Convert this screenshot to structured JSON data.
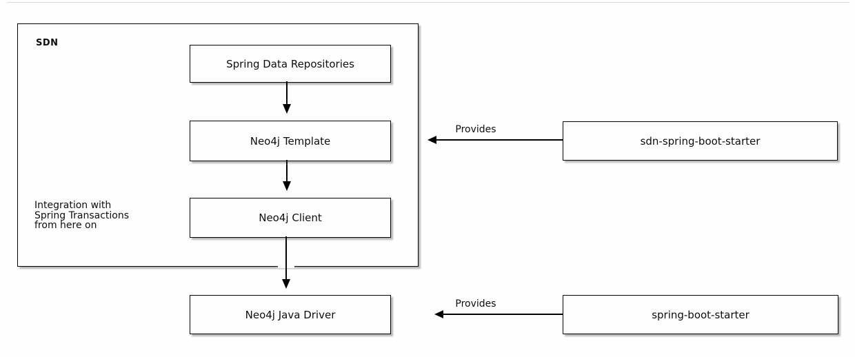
{
  "diagram": {
    "package": {
      "label": "SDN"
    },
    "note": {
      "text": "Integration with\nSpring Transactions\nfrom here on"
    },
    "nodes": {
      "repositories": {
        "label": "Spring Data Repositories"
      },
      "template": {
        "label": "Neo4j Template"
      },
      "client": {
        "label": "Neo4j Client"
      },
      "driver": {
        "label": "Neo4j Java Driver"
      },
      "sdn_starter": {
        "label": "sdn-spring-boot-starter"
      },
      "boot_starter": {
        "label": "spring-boot-starter"
      }
    },
    "edges": {
      "sdn_starter_provides": {
        "label": "Provides"
      },
      "boot_starter_provides": {
        "label": "Provides"
      }
    },
    "colors": {
      "line": "#000000",
      "node_fill": "#fefefe",
      "shadow": "#7d7d7d",
      "background": "#fefefe",
      "text": "#0d0d0d"
    }
  }
}
